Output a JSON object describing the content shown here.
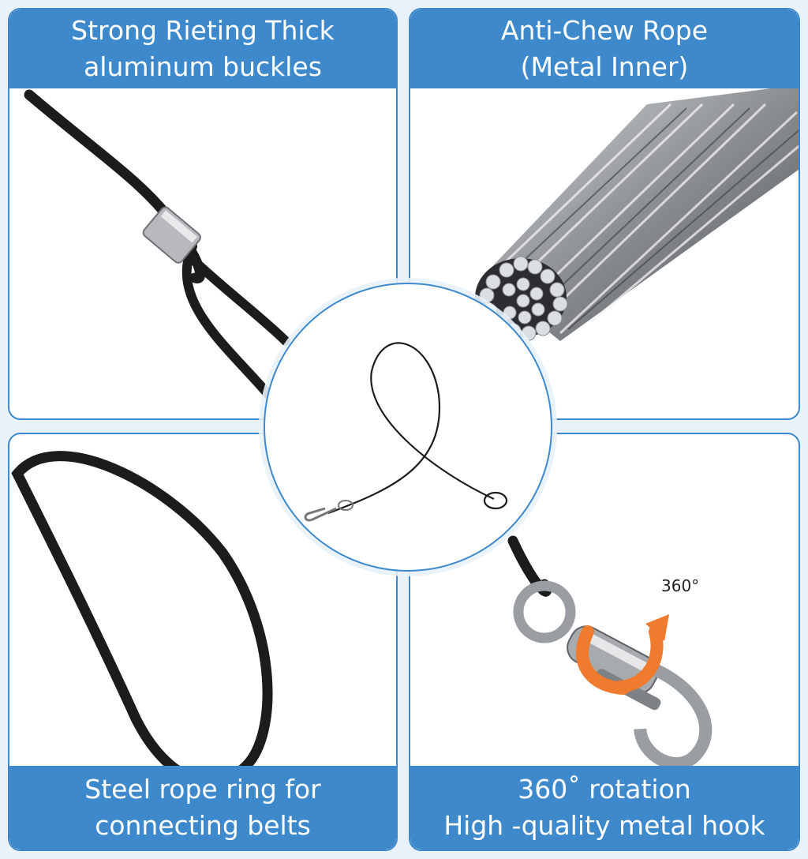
{
  "panels": {
    "top_left": {
      "line1": "Strong Rieting Thick",
      "line2": "aluminum buckles",
      "image": "aluminum-sleeve-cable-loop"
    },
    "top_right": {
      "line1": "Anti-Chew Rope",
      "line2": "(Metal Inner)",
      "image": "steel-wire-rope-cross-section"
    },
    "bottom_left": {
      "line1": "Steel rope ring for",
      "line2": "connecting belts",
      "image": "coated-cable-loop"
    },
    "bottom_right": {
      "line1": "360˚ rotation",
      "line2": "High -quality metal hook",
      "image": "swivel-snap-hook"
    }
  },
  "center": {
    "image": "full-tie-out-cable"
  },
  "rotation_label": "360°",
  "colors": {
    "accent": "#3d89cc",
    "background": "#e9f2fa",
    "cable": "#1c1c1c",
    "arrow": "#f07a2e"
  }
}
